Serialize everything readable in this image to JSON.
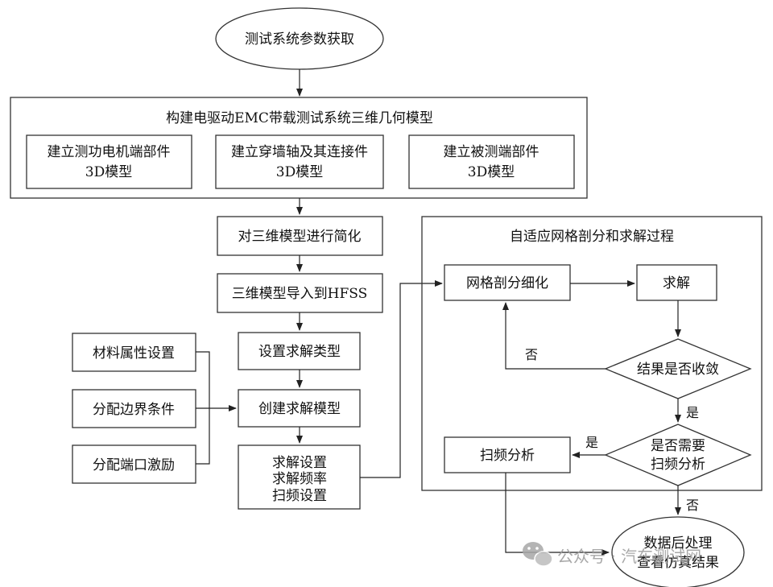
{
  "flow": {
    "start": "测试系统参数获取",
    "build_title": "构建电驱动EMC带载测试系统三维几何模型",
    "sub1": [
      "建立测功电机端部件",
      "3D模型"
    ],
    "sub2": [
      "建立穿墙轴及其连接件",
      "3D模型"
    ],
    "sub3": [
      "建立被测端部件",
      "3D模型"
    ],
    "simplify": "对三维模型进行简化",
    "import": "三维模型导入到HFSS",
    "solve_type": "设置求解类型",
    "create_model": "创建求解模型",
    "solve_settings": [
      "求解设置",
      "求解频率",
      "扫频设置"
    ],
    "material": "材料属性设置",
    "boundary": "分配边界条件",
    "port": "分配端口激励",
    "adaptive_title": "自适应网格剖分和求解过程",
    "mesh": "网格剖分细化",
    "solve": "求解",
    "converge": "结果是否收敛",
    "need_sweep": [
      "是否需要",
      "扫频分析"
    ],
    "sweep": "扫频分析",
    "post": [
      "数据后处理",
      "查看仿真结果"
    ],
    "no1": "否",
    "yes1": "是",
    "yes2": "是",
    "no2": "否"
  },
  "watermark": "公众号 · 汽车测试网"
}
